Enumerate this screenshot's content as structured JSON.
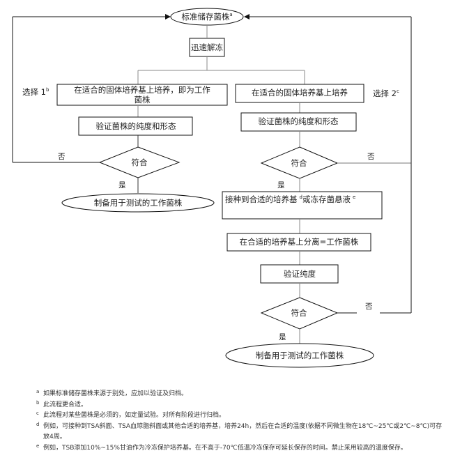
{
  "flowchart": {
    "start": {
      "text": "标准储存菌株",
      "sup": "a"
    },
    "thaw": "迅速解冻",
    "option1": {
      "label": "选择 1",
      "sup": "b",
      "culture_line1": "在适合的固体培养基上培养，即为工作",
      "culture_line2": "菌株",
      "verify": "验证菌株的纯度和形态",
      "decision": "符合",
      "no": "否",
      "yes": "是",
      "end": "制备用于测试的工作菌株"
    },
    "option2": {
      "label": "选择 2",
      "sup": "c",
      "culture": "在适合的固体培养基上培养",
      "verify": "验证菌株的纯度和形态",
      "decision": "符合",
      "no": "否",
      "yes": "是",
      "inoculate": "接种到合适的培养基",
      "inoculate_sup1": "d",
      "inoculate_mid": "或冻存菌悬液",
      "inoculate_sup2": "e",
      "isolate": "在合适的培养基上分离=工作菌株",
      "verify_purity": "验证纯度",
      "decision2": "符合",
      "no2": "否",
      "yes2": "是",
      "end": "制备用于测试的工作菌株"
    }
  },
  "notes": [
    {
      "mark": "a",
      "text": "如果标准储存菌株来源于别处，应加以验证及归档。"
    },
    {
      "mark": "b",
      "text": "此流程更合适。"
    },
    {
      "mark": "c",
      "text": "此流程对某些菌株是必须的，如定量试验。对所有阶段进行归档。"
    },
    {
      "mark": "d",
      "text": "例如，可接种到TSA斜面、TSA血琼脂斜面或其他合适的培养基，培养24h，然后在合适的温度(依据不同微生物在18℃~25℃或2℃~8℃)可存放4周。"
    },
    {
      "mark": "e",
      "text": "例如，TSB添加10%~15%甘油作为冷冻保护培养基。在不高于-70℃低温冷冻保存可延长保存的时间。禁止采用较高的温度保存。"
    }
  ]
}
